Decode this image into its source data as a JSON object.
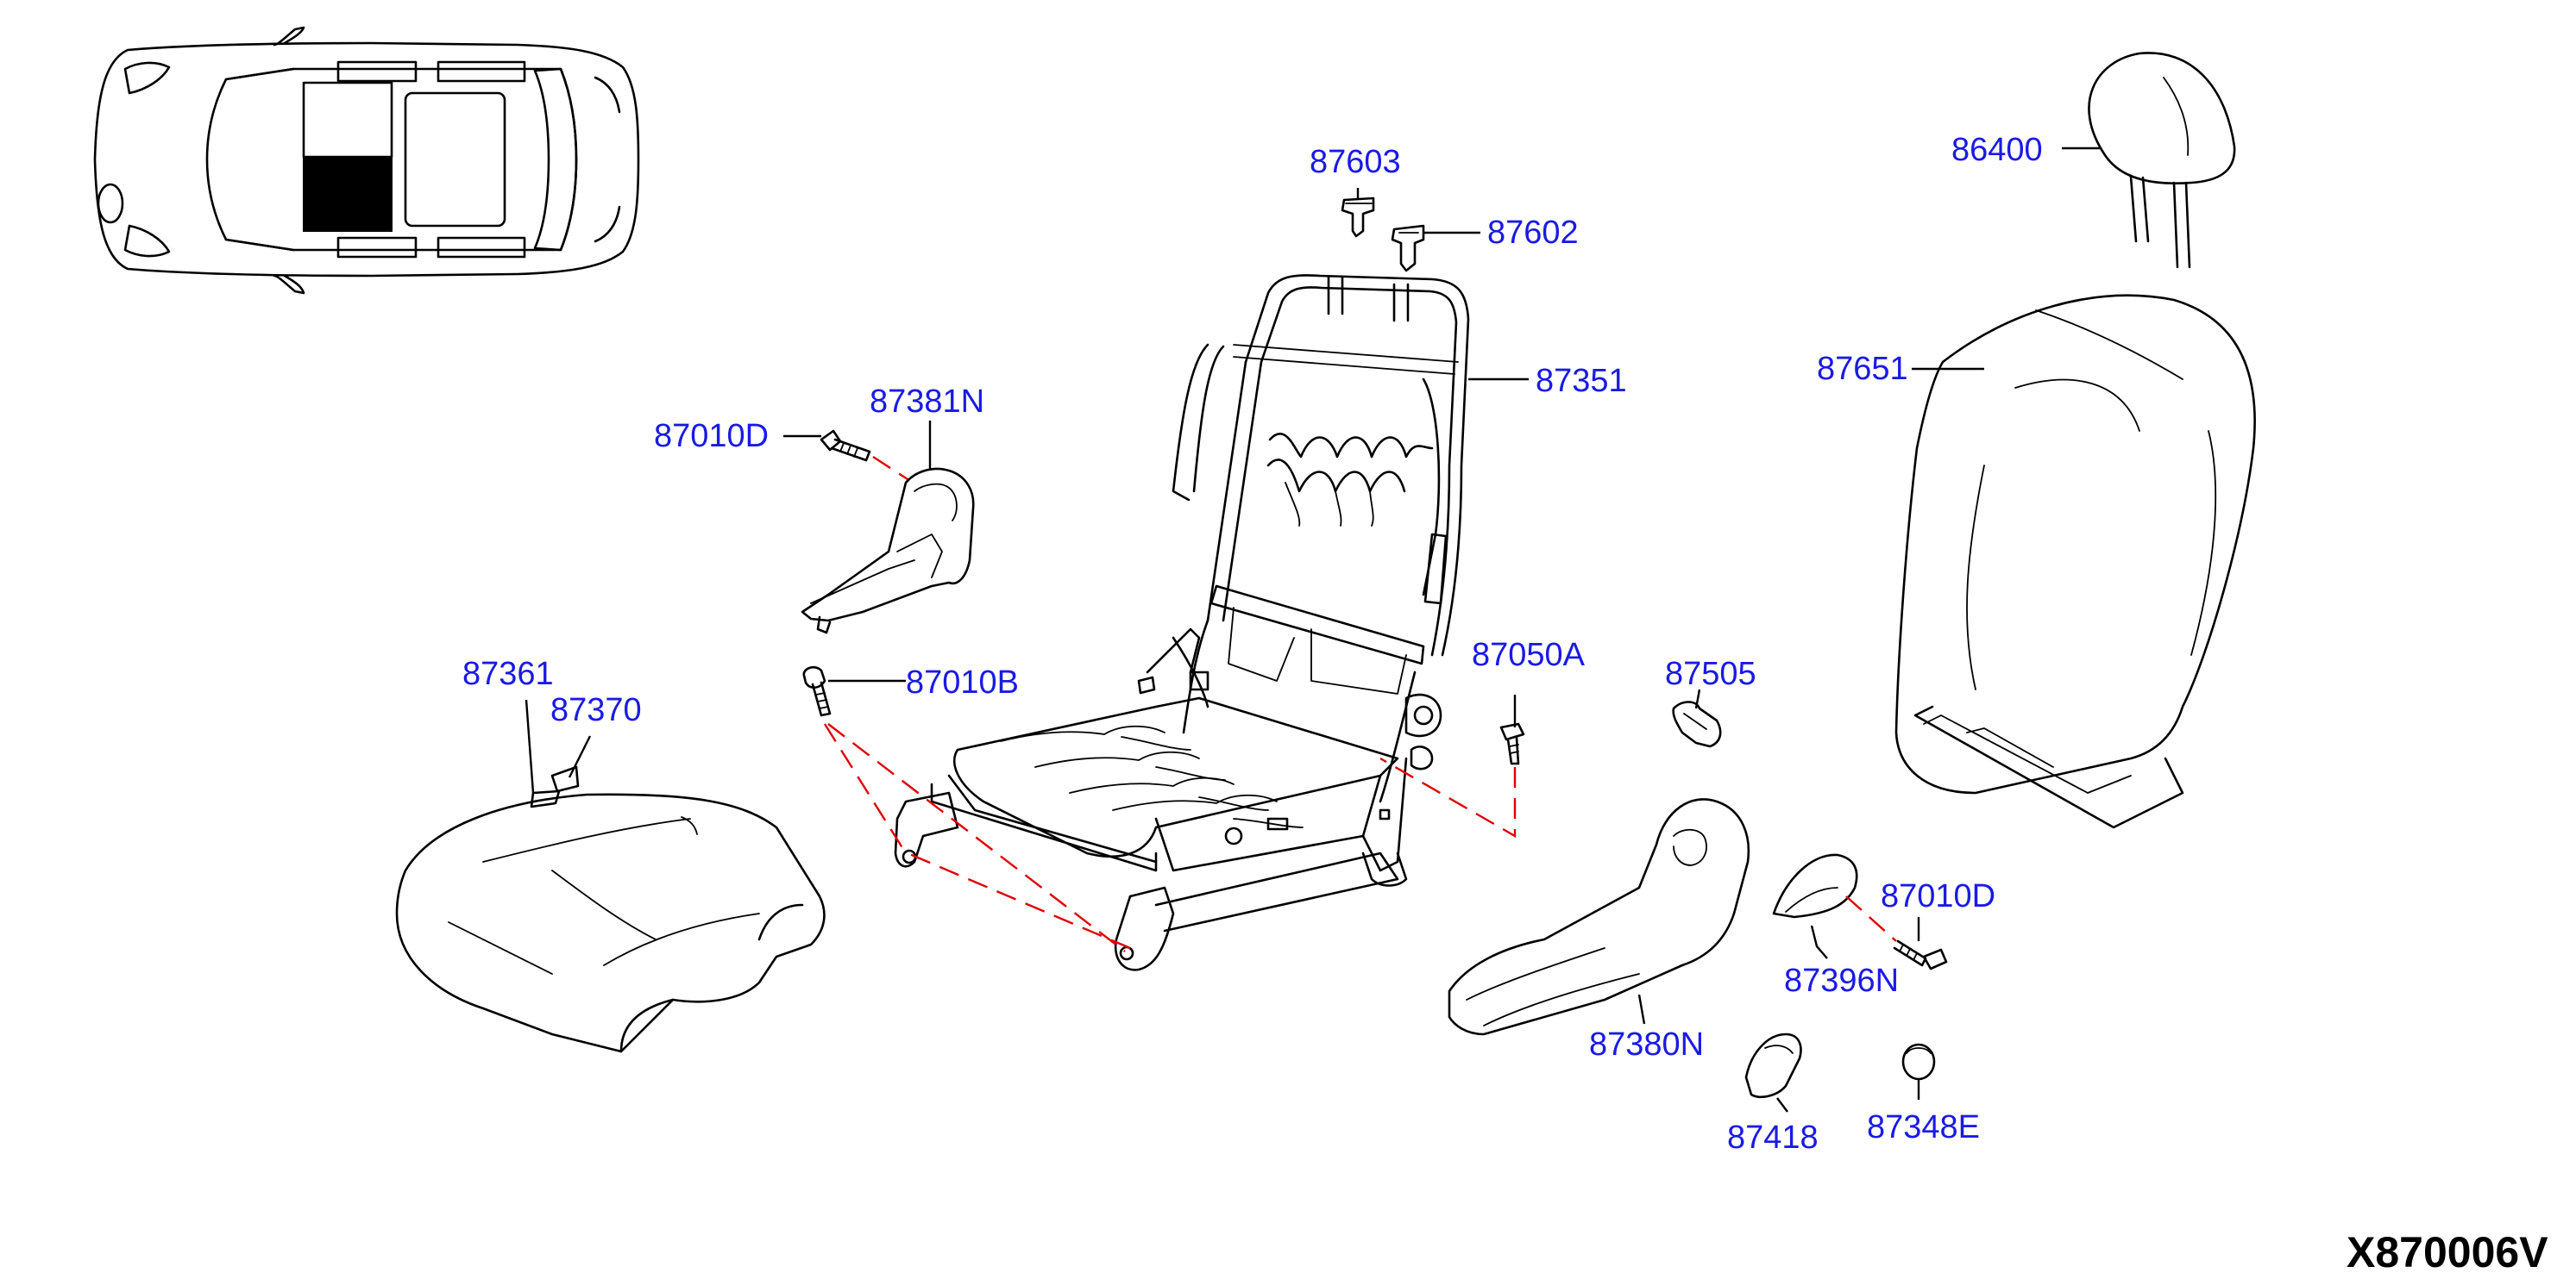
{
  "diagram_code": "X870006V",
  "colors": {
    "label": "#1a1ae6",
    "leader": "#000000",
    "dashed_line": "#e00000",
    "code": "#000000"
  },
  "parts": {
    "p87603": "87603",
    "p87602": "87602",
    "p86400": "86400",
    "p87351": "87351",
    "p87651": "87651",
    "p87381n": "87381N",
    "p87010d_top": "87010D",
    "p87050a": "87050A",
    "p87505": "87505",
    "p87361": "87361",
    "p87370": "87370",
    "p87010b": "87010B",
    "p87010d_bottom": "87010D",
    "p87396n": "87396N",
    "p87380n": "87380N",
    "p87418": "87418",
    "p87348e": "87348E"
  }
}
